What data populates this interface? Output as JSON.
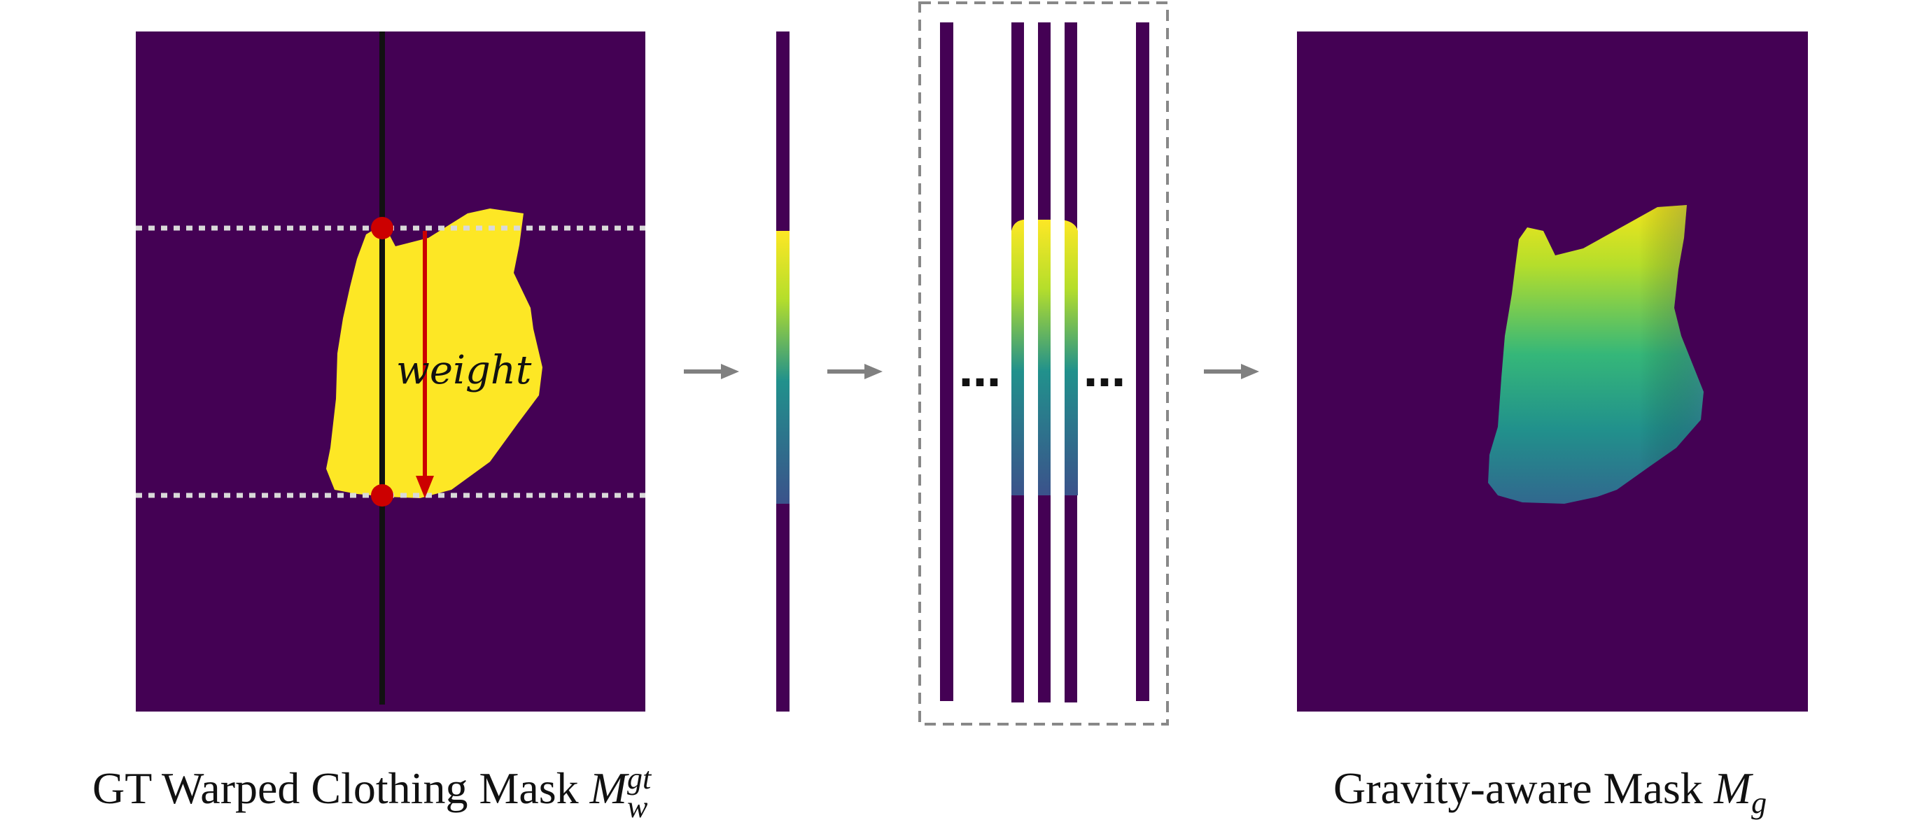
{
  "labels": {
    "weight": "weight",
    "ellipsis_left": "…",
    "ellipsis_right": "…"
  },
  "captions": {
    "left_text": "GT Warped Clothing Mask ",
    "left_symbol": "M",
    "left_sub": "w",
    "left_sup": "gt",
    "right_text": "Gravity-aware Mask ",
    "right_symbol": "M",
    "right_sub": "g"
  },
  "colors": {
    "background_mask": "#440154",
    "foreground_mask": "#fde725",
    "gradient_top": "#fde725",
    "gradient_mid": "#21918c",
    "gradient_bottom": "#3b528b",
    "marker": "#cc0000",
    "arrow_gray": "#808080",
    "dotted_line": "#d9d9d9",
    "box_border": "#888888"
  },
  "icons": {
    "process_arrow": "right-arrow-icon",
    "endpoint": "red-dot-icon"
  }
}
